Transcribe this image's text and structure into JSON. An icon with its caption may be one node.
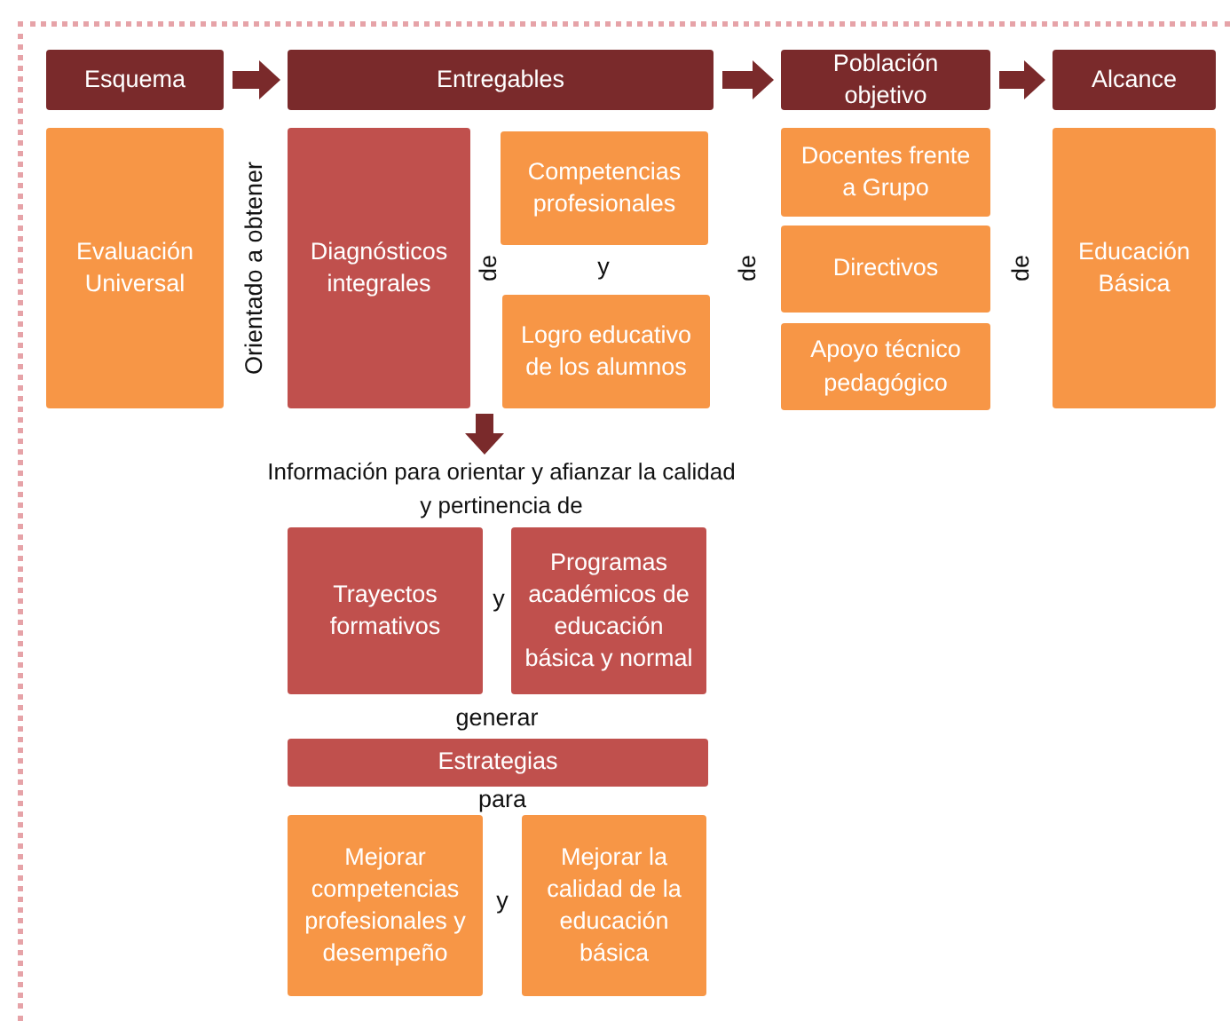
{
  "diagram": {
    "nodes": [
      {
        "text": [
          "Esquema"
        ]
      },
      {
        "text": [
          "Entregables"
        ]
      },
      {
        "text": [
          "Población objetivo"
        ]
      },
      {
        "text": [
          "Alcance"
        ]
      },
      {
        "text": [
          "Evaluación Universal"
        ]
      },
      {
        "text": [
          "Diagnósticos integrales"
        ]
      },
      {
        "text": [
          "Competencias profesionales"
        ]
      },
      {
        "text": [
          "Logro educativo de los alumnos"
        ]
      },
      {
        "text": [
          "Docentes frente a Grupo"
        ]
      },
      {
        "text": [
          "Directivos"
        ]
      },
      {
        "text": [
          "Apoyo técnico pedagógico"
        ]
      },
      {
        "text": [
          "Educación Básica"
        ]
      },
      {
        "text": [
          "Información para orientar y afianzar la calidad y pertinencia de"
        ]
      },
      {
        "text": [
          "Trayectos formativos"
        ]
      },
      {
        "text": [
          "Programas académicos de educación básica y normal"
        ]
      },
      {
        "text": [
          "Estrategias"
        ]
      },
      {
        "text": [
          "Mejorar competencias profesionales y desempeño"
        ]
      },
      {
        "text": [
          "Mejorar la calidad de la educación básica"
        ]
      }
    ],
    "edges": [
      {
        "from": 0,
        "to": 1,
        "arrow": "to"
      },
      {
        "from": 1,
        "to": 2,
        "arrow": "to"
      },
      {
        "from": 2,
        "to": 3,
        "arrow": "to"
      },
      {
        "from": 5,
        "to": 12,
        "arrow": "to"
      }
    ],
    "labels": [
      "Orientado a obtener",
      "de",
      "y",
      "de",
      "de",
      "y",
      "generar",
      "para",
      "y"
    ]
  }
}
